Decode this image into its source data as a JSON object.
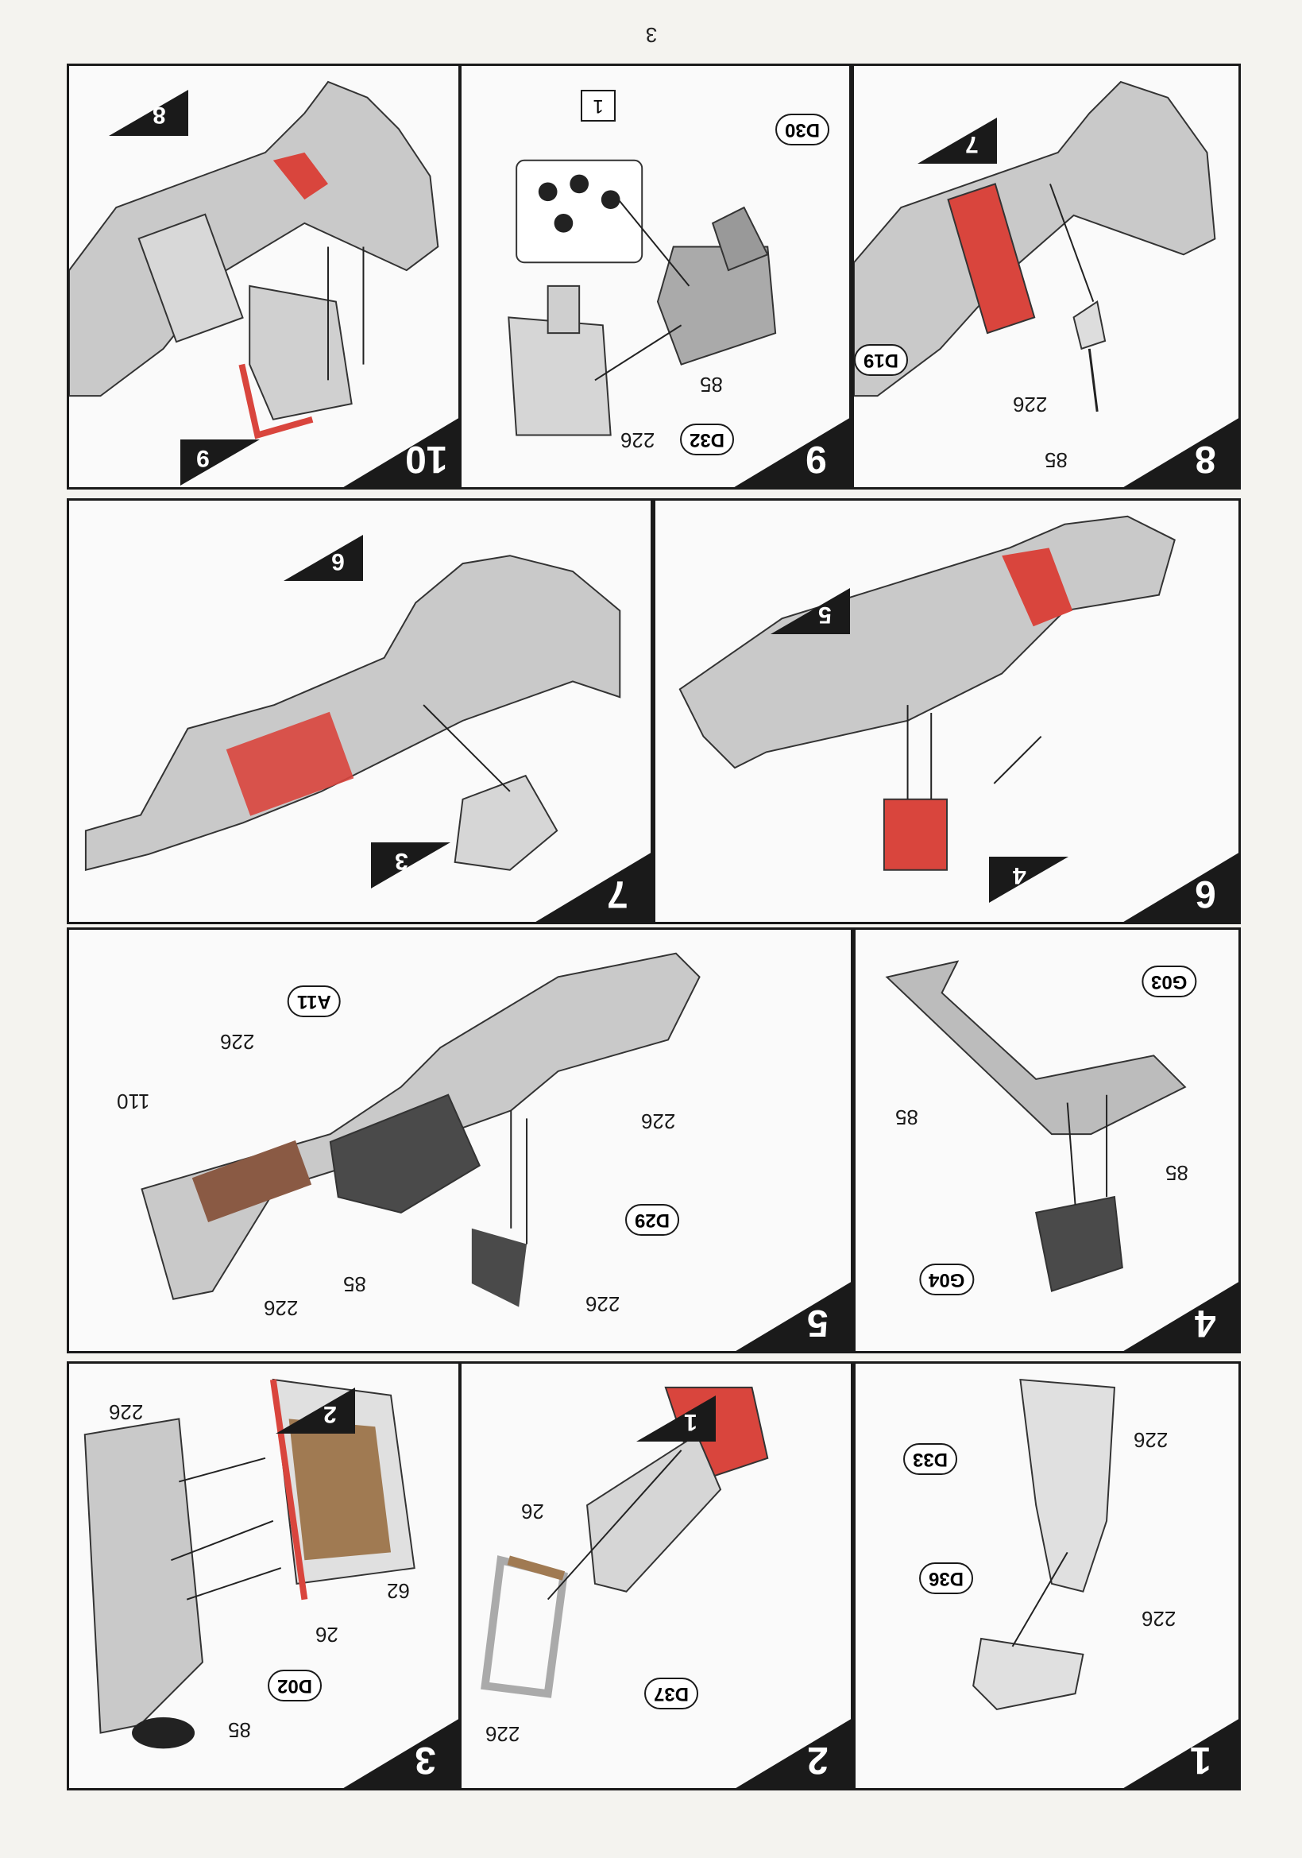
{
  "page": {
    "number": "3"
  },
  "colors": {
    "red": "#d9453d",
    "grey": "#cfcfcf",
    "dark": "#4a4a4a",
    "brown": "#8a5a44",
    "tan": "#a07a52"
  },
  "steps": [
    {
      "id": "10",
      "number": "10",
      "subtags": [
        "8",
        "9"
      ],
      "labels": []
    },
    {
      "id": "9",
      "number": "9",
      "subtags": [],
      "labels": [
        "85",
        "226"
      ],
      "parts": [
        "D30",
        "D32"
      ],
      "decal": "1"
    },
    {
      "id": "8",
      "number": "8",
      "subtags": [
        "7"
      ],
      "labels": [
        "226",
        "85"
      ],
      "parts": [
        "D19"
      ]
    },
    {
      "id": "7",
      "number": "7",
      "subtags": [
        "6",
        "3"
      ],
      "labels": []
    },
    {
      "id": "6",
      "number": "6",
      "subtags": [
        "5",
        "4"
      ],
      "labels": []
    },
    {
      "id": "5",
      "number": "5",
      "subtags": [],
      "labels": [
        "110",
        "226",
        "226",
        "85",
        "226",
        "226"
      ],
      "parts": [
        "A11",
        "D29"
      ]
    },
    {
      "id": "4",
      "number": "4",
      "subtags": [],
      "labels": [
        "85",
        "85"
      ],
      "parts": [
        "G03",
        "G04"
      ]
    },
    {
      "id": "3",
      "number": "3",
      "subtags": [
        "2"
      ],
      "labels": [
        "226",
        "62",
        "26",
        "85"
      ],
      "parts": [
        "D02"
      ]
    },
    {
      "id": "2",
      "number": "2",
      "subtags": [
        "1"
      ],
      "labels": [
        "26",
        "226"
      ],
      "parts": [
        "D37"
      ]
    },
    {
      "id": "1",
      "number": "1",
      "subtags": [],
      "labels": [
        "226",
        "226"
      ],
      "parts": [
        "D33",
        "D36"
      ]
    }
  ]
}
